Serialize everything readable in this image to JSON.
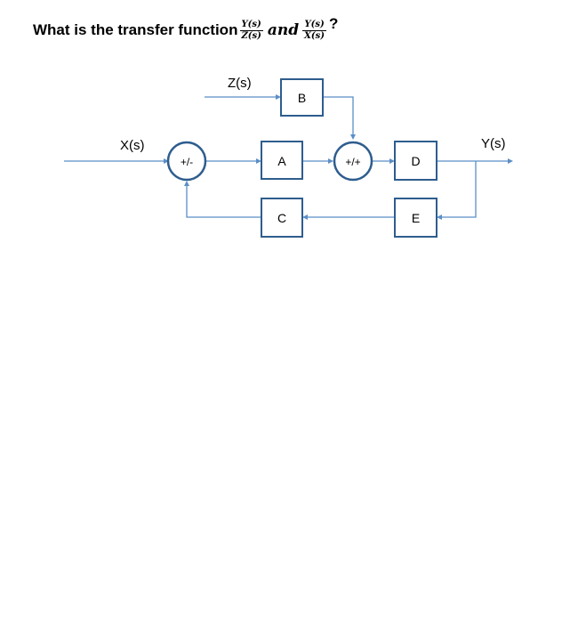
{
  "question": {
    "prefix": "What is the transfer function",
    "frac1": {
      "num": "Y(s)",
      "den": "Z(s)"
    },
    "conj": "and",
    "frac2": {
      "num": "Y(s)",
      "den": "X(s)"
    },
    "suffix": "?"
  },
  "diagram": {
    "signals": {
      "x": "X(s)",
      "y": "Y(s)",
      "z": "Z(s)"
    },
    "blocks": {
      "a": "A",
      "b": "B",
      "c": "C",
      "d": "D",
      "e": "E"
    },
    "summers": {
      "first": "+/-",
      "second": "+/+"
    }
  },
  "colors": {
    "block_border": "#2e5d8e",
    "signal_line": "#5b8ec8"
  }
}
